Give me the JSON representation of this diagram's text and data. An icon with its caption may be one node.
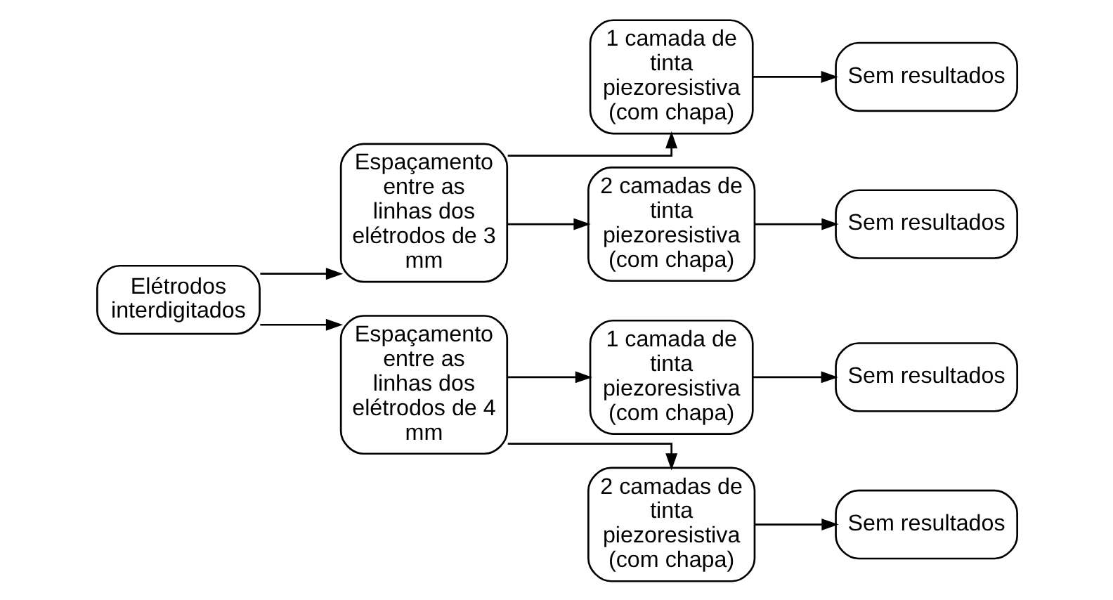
{
  "diagram": {
    "nodes": [
      {
        "text": [
          "Elétrodos interdigitados"
        ]
      },
      {
        "text": [
          "Espaçamento entre as linhas dos elétrodos de 3 mm"
        ]
      },
      {
        "text": [
          "Espaçamento entre as linhas dos elétrodos de 4 mm"
        ]
      },
      {
        "text": [
          "1 camada de tinta piezoresistiva (com chapa)"
        ]
      },
      {
        "text": [
          "2 camadas de tinta piezoresistiva (com chapa)"
        ]
      },
      {
        "text": [
          "1 camada de tinta piezoresistiva (com chapa)"
        ]
      },
      {
        "text": [
          "2 camadas de tinta piezoresistiva (com chapa)"
        ]
      },
      {
        "text": [
          "Sem resultados"
        ]
      },
      {
        "text": [
          "Sem resultados"
        ]
      },
      {
        "text": [
          "Sem resultados"
        ]
      },
      {
        "text": [
          "Sem resultados"
        ]
      }
    ],
    "edges": [
      {
        "from": 0,
        "to": 1,
        "arrow": "to"
      },
      {
        "from": 0,
        "to": 2,
        "arrow": "to"
      },
      {
        "from": 1,
        "to": 3,
        "arrow": "to"
      },
      {
        "from": 1,
        "to": 4,
        "arrow": "to"
      },
      {
        "from": 2,
        "to": 5,
        "arrow": "to"
      },
      {
        "from": 2,
        "to": 6,
        "arrow": "to"
      },
      {
        "from": 3,
        "to": 7,
        "arrow": "to"
      },
      {
        "from": 4,
        "to": 8,
        "arrow": "to"
      },
      {
        "from": 5,
        "to": 9,
        "arrow": "to"
      },
      {
        "from": 6,
        "to": 10,
        "arrow": "to"
      }
    ]
  }
}
